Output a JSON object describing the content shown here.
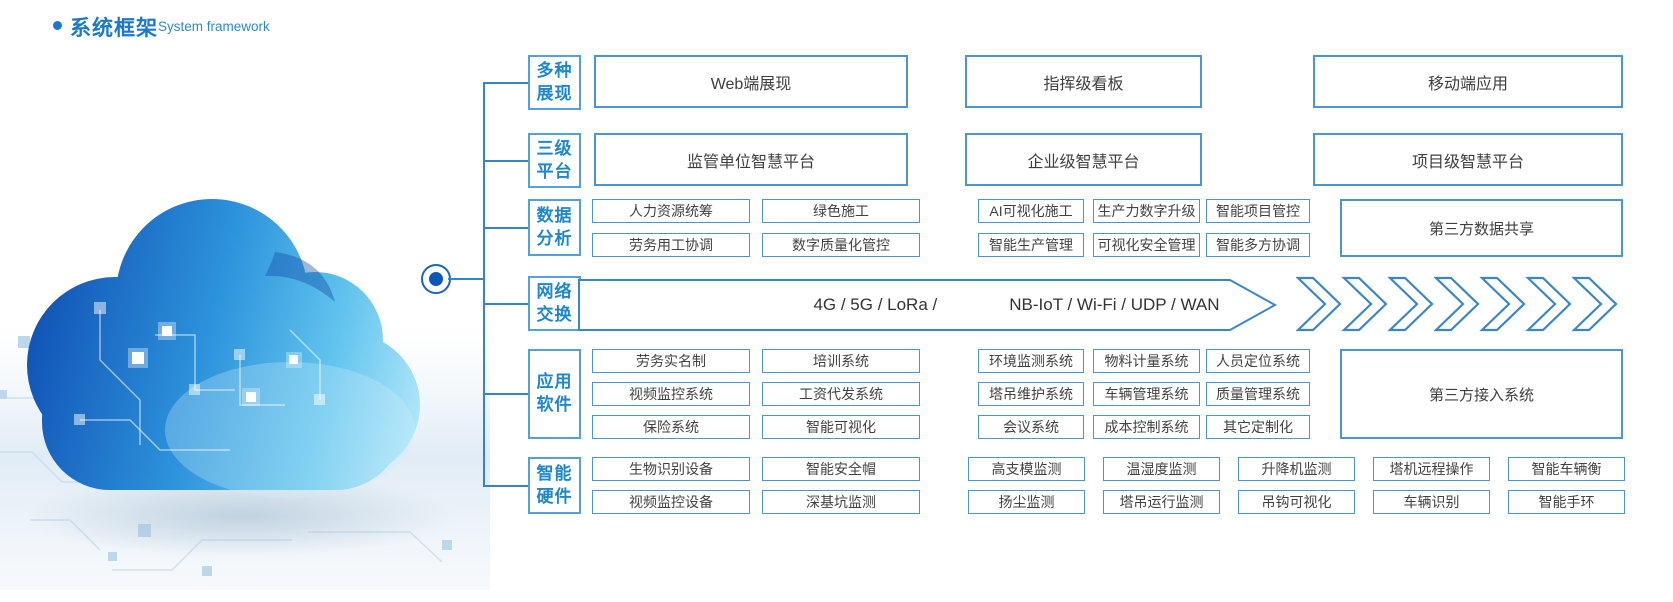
{
  "header": {
    "title_zh": "系统框架",
    "title_en": "System framework"
  },
  "colors": {
    "accent_blue": "#1b79c8",
    "category_text": "#1e87cc",
    "box_border": "#4c95d0",
    "line": "#3583c8",
    "box_text": "#3f3f3f",
    "cloud_dark": "#0f4fb2",
    "cloud_light": "#b5e8fa"
  },
  "sections": {
    "display": {
      "label_line1": "多种",
      "label_line2": "展现",
      "boxes": [
        "Web端展现",
        "指挥级看板",
        "移动端应用"
      ]
    },
    "platform": {
      "label_line1": "三级",
      "label_line2": "平台",
      "boxes": [
        "监管单位智慧平台",
        "企业级智慧平台",
        "项目级智慧平台"
      ]
    },
    "data_analysis": {
      "label_line1": "数据",
      "label_line2": "分析",
      "row1": [
        "人力资源统筹",
        "绿色施工",
        "AI可视化施工",
        "生产力数字升级",
        "智能项目管控"
      ],
      "row2": [
        "劳务用工协调",
        "数字质量化管控",
        "智能生产管理",
        "可视化安全管理",
        "智能多方协调"
      ],
      "side_box": "第三方数据共享"
    },
    "network": {
      "label_line1": "网络",
      "label_line2": "交换",
      "text_left": "4G / 5G / LoRa /",
      "text_right": "NB-IoT / Wi-Fi / UDP / WAN"
    },
    "software": {
      "label_line1": "应用",
      "label_line2": "软件",
      "row1": [
        "劳务实名制",
        "培训系统",
        "环境监测系统",
        "物料计量系统",
        "人员定位系统"
      ],
      "row2": [
        "视频监控系统",
        "工资代发系统",
        "塔吊维护系统",
        "车辆管理系统",
        "质量管理系统"
      ],
      "row3": [
        "保险系统",
        "智能可视化",
        "会议系统",
        "成本控制系统",
        "其它定制化"
      ],
      "side_box": "第三方接入系统"
    },
    "hardware": {
      "label_line1": "智能",
      "label_line2": "硬件",
      "row1": [
        "生物识别设备",
        "智能安全帽",
        "高支模监测",
        "温湿度监测",
        "升降机监测",
        "塔机远程操作",
        "智能车辆衡"
      ],
      "row2": [
        "视频监控设备",
        "深基坑监测",
        "扬尘监测",
        "塔吊运行监测",
        "吊钩可视化",
        "车辆识别",
        "智能手环"
      ]
    }
  }
}
